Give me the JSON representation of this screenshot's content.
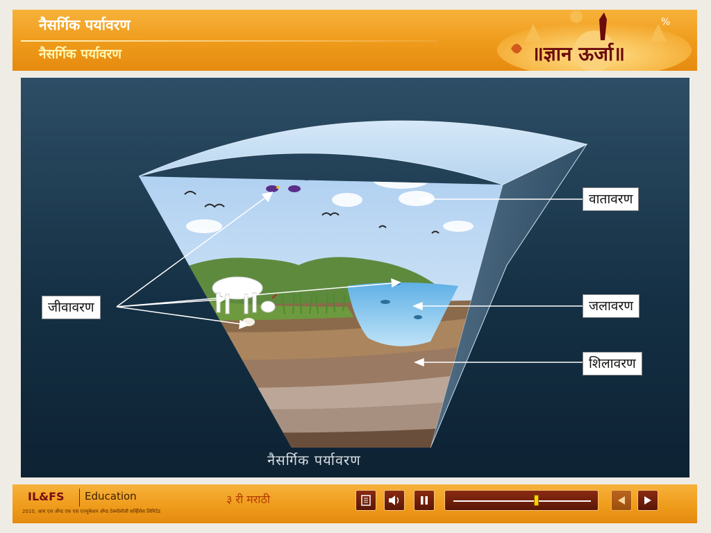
{
  "header": {
    "title": "नैसर्गिक पर्यावरण",
    "subtitle": "नैसर्गिक पर्यावरण",
    "logo_text": "॥ज्ञान ऊर्जा॥"
  },
  "diagram": {
    "labels": {
      "atmosphere": "वातावरण",
      "hydrosphere": "जलावरण",
      "lithosphere": "शिलावरण",
      "biosphere": "जीवावरण"
    },
    "caption": "नैसर्गिक पर्यावरण"
  },
  "footer": {
    "brand_logo": "IL&FS",
    "brand_name": "Education",
    "copyright": "2010, आय एल अँण्ड एफ एस एज्युकेशन अँण्ड टेक्नॉलॉजी सर्व्हिसेस लिमिटेड",
    "grade": "३ री  मराठी",
    "progress": 0.6
  },
  "colors": {
    "accent_orange": "#ee9a1a",
    "brand_maroon": "#6b0b0b",
    "sky": "#bcdaf4",
    "water": "#7cc0ea"
  },
  "icons": [
    "notes-icon",
    "speaker-icon",
    "pause-icon",
    "prev-icon",
    "next-icon"
  ]
}
